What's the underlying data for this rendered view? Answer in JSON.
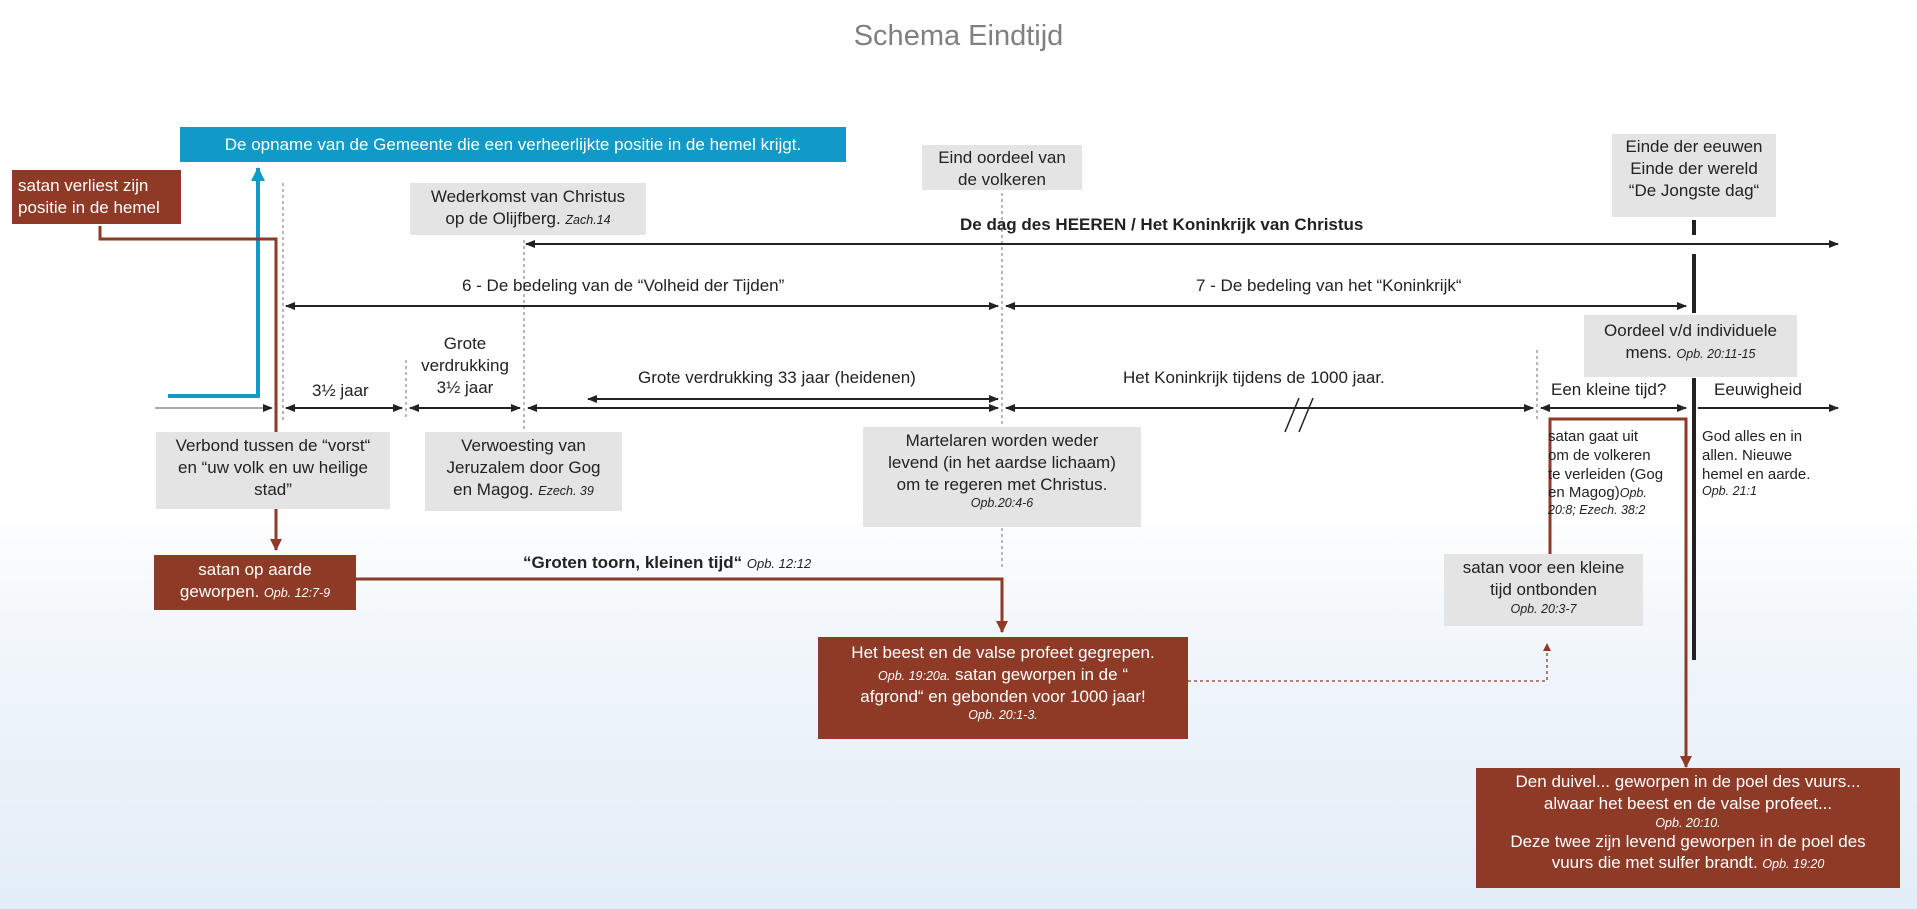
{
  "title": "Schema Eindtijd",
  "boxes": {
    "opname": "De opname van de Gemeente die een verheerlijkte positie in de hemel krijgt.",
    "satan_verliest_1": "satan verliest zijn",
    "satan_verliest_2": "positie in de hemel",
    "wederkomst_1": "Wederkomst van Christus",
    "wederkomst_2": "op de Olijfberg.",
    "wederkomst_ref": "Zach.14",
    "eind_oordeel_1": "Eind oordeel van",
    "eind_oordeel_2": "de volkeren",
    "einde_1": "Einde der eeuwen",
    "einde_2": "Einde der wereld",
    "einde_3": "“De Jongste dag“",
    "oordeel_1": "Oordeel v/d individuele",
    "oordeel_2": "mens.",
    "oordeel_ref": "Opb. 20:11-15",
    "verbond_1": "Verbond tussen de “vorst“",
    "verbond_2": "en “uw volk en uw heilige",
    "verbond_3": "stad”",
    "verwoesting_1": "Verwoesting van",
    "verwoesting_2": "Jeruzalem door Gog",
    "verwoesting_3": "en Magog.",
    "verwoesting_ref": "Ezech. 39",
    "martelaren_1": "Martelaren worden weder",
    "martelaren_2": "levend (in het aardse lichaam)",
    "martelaren_3": "om te regeren met Christus.",
    "martelaren_ref": "Opb.20:4-6",
    "satan_aarde_1": "satan op aarde",
    "satan_aarde_2": "geworpen.",
    "satan_aarde_ref": "Opb. 12:7-9",
    "beest_1": "Het beest en de valse profeet gegrepen.",
    "beest_ref1": "Opb. 19:20a.",
    "beest_2": "satan geworpen in de “",
    "beest_3": "afgrond“ en gebonden voor 1000 jaar!",
    "beest_ref2": "Opb. 20:1-3.",
    "ontbonden_1": "satan voor een kleine",
    "ontbonden_2": "tijd ontbonden",
    "ontbonden_ref": "Opb. 20:3-7",
    "gaat_uit_1": "satan gaat uit",
    "gaat_uit_2": "om de volkeren",
    "gaat_uit_3": "te verleiden (Gog",
    "gaat_uit_4": "en Magog)",
    "gaat_uit_ref1": "Opb.",
    "gaat_uit_ref2": "20:8; Ezech. 38:2",
    "god_1": "God alles en in",
    "god_2": "allen. Nieuwe",
    "god_3": "hemel en aarde.",
    "god_ref": "Opb. 21:1",
    "duivel_1": "Den duivel... geworpen in de poel des vuurs...",
    "duivel_2": "alwaar het beest en de valse profeet...",
    "duivel_ref1": "Opb. 20:10.",
    "duivel_3": "Deze twee zijn levend geworpen in de poel des",
    "duivel_4": "vuurs die met sulfer brandt.",
    "duivel_ref2": "Opb. 19:20"
  },
  "labels": {
    "dag_des_heeren": "De dag des HEEREN / Het Koninkrijk van Christus",
    "bedeling6": "6 - De bedeling van de “Volheid der Tijden”",
    "bedeling7": "7 - De bedeling van het “Koninkrijk“",
    "drie_half_jaar": "3½ jaar",
    "grote_1": "Grote",
    "grote_2": "verdrukking",
    "grote_3": "3½ jaar",
    "grote_33": "Grote verdrukking 33 jaar (heidenen)",
    "koninkrijk_1000": "Het Koninkrijk tijdens de 1000 jaar.",
    "kleine_tijd": "Een kleine tijd?",
    "eeuwigheid": "Eeuwigheid",
    "groten_toorn": "“Groten toorn, kleinen tijd“",
    "groten_toorn_ref": "Opb. 12:12"
  },
  "colors": {
    "red": "#8e3a26",
    "blue": "#1199c7",
    "grey": "#e4e4e4",
    "title": "#808080"
  }
}
